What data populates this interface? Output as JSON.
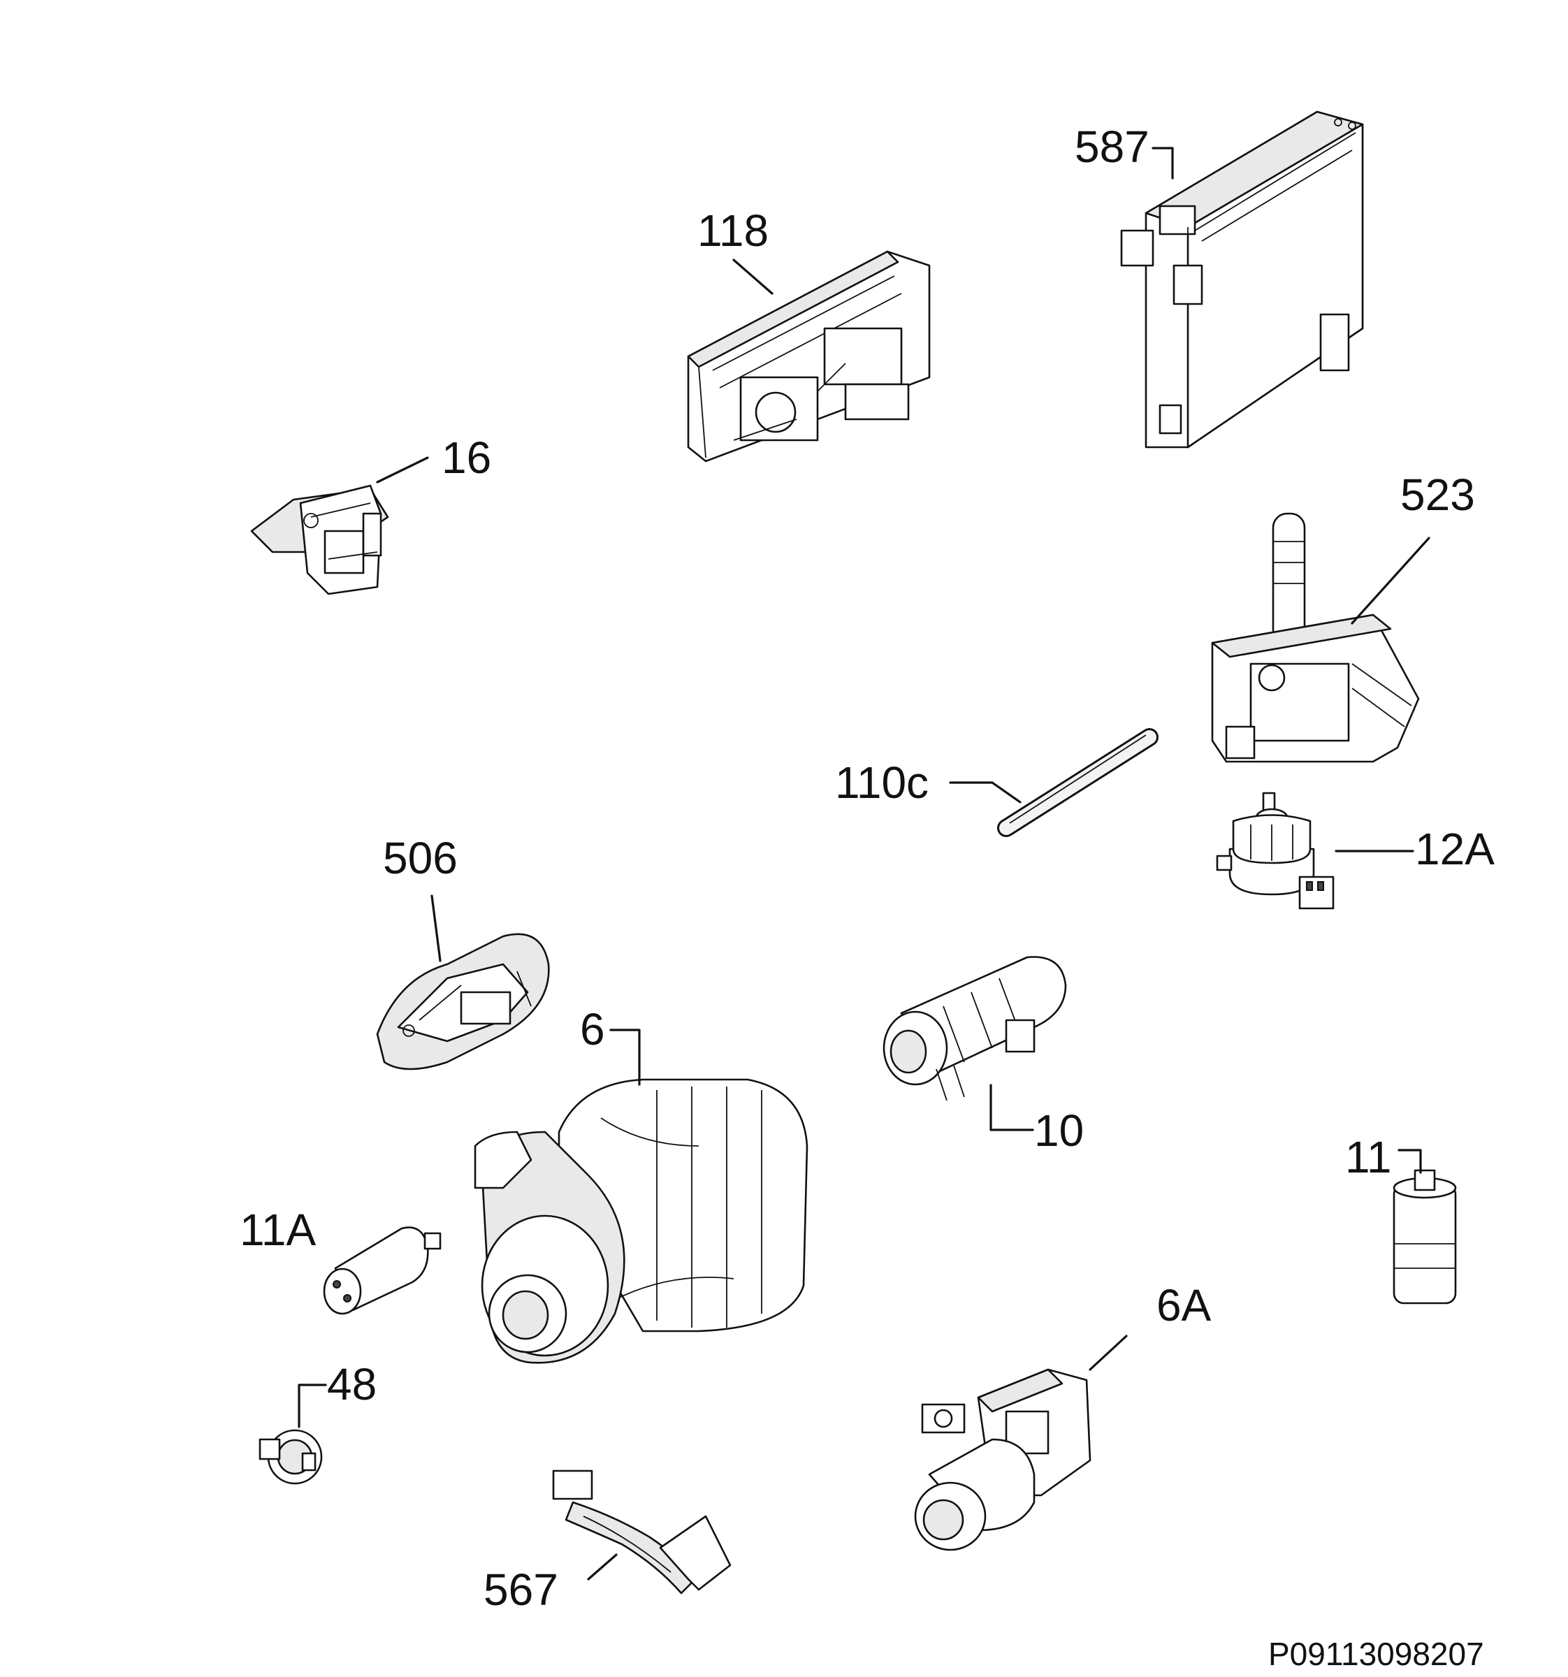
{
  "diagram": {
    "reference_code": "P09113098207",
    "callouts": [
      {
        "id": "587",
        "label": "587"
      },
      {
        "id": "118",
        "label": "118"
      },
      {
        "id": "16",
        "label": "16"
      },
      {
        "id": "523",
        "label": "523"
      },
      {
        "id": "110c",
        "label": "110c"
      },
      {
        "id": "12A",
        "label": "12A"
      },
      {
        "id": "506",
        "label": "506"
      },
      {
        "id": "6",
        "label": "6"
      },
      {
        "id": "10",
        "label": "10"
      },
      {
        "id": "11",
        "label": "11"
      },
      {
        "id": "11A",
        "label": "11A"
      },
      {
        "id": "6A",
        "label": "6A"
      },
      {
        "id": "48",
        "label": "48"
      },
      {
        "id": "567",
        "label": "567"
      }
    ]
  }
}
